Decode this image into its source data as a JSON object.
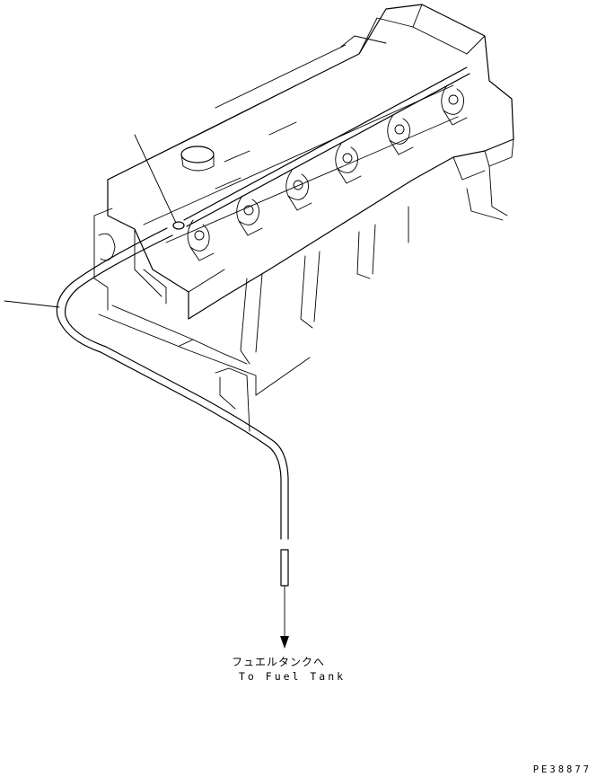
{
  "labels": {
    "destination_jp": "フュエルタンクへ",
    "destination_en": "To Fuel Tank"
  },
  "drawing_code": "PE38877",
  "colors": {
    "line": "#000000",
    "background": "#ffffff"
  }
}
